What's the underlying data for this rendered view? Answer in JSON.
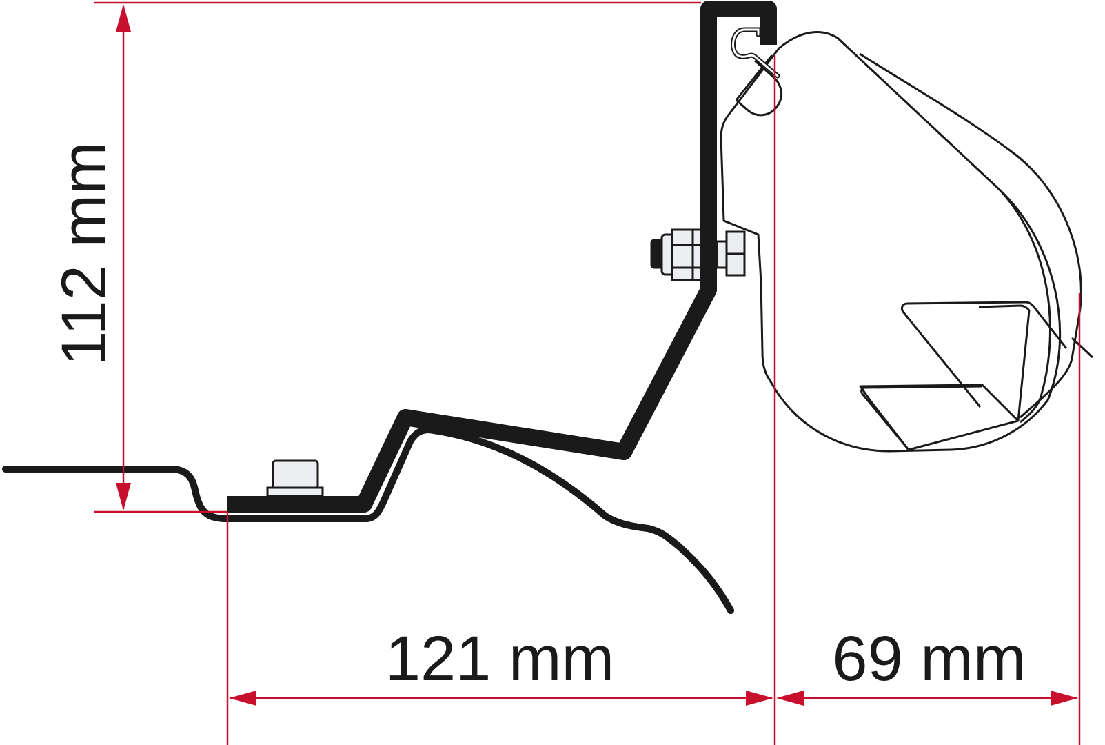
{
  "diagram": {
    "dimensions": {
      "height_label": "112 mm",
      "width_left_label": "121 mm",
      "width_right_label": "69 mm"
    },
    "colors": {
      "bracket": "#d42a2a",
      "roof": "#4a9fd8",
      "dimension_line": "#c8102e",
      "outline": "#1a1a1a",
      "bolt_fill": "#eceef2"
    }
  }
}
